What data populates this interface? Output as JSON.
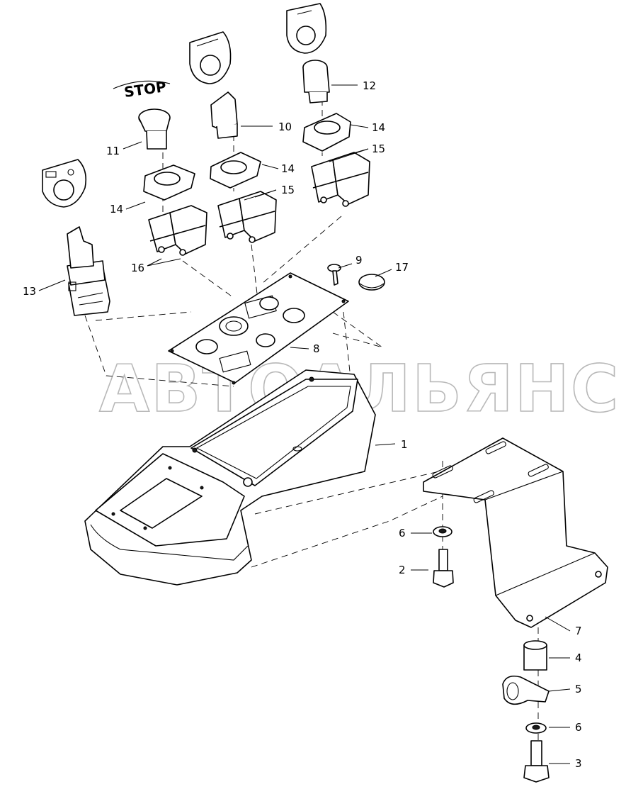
{
  "diagram": {
    "watermark": "АВТОАЛЬЯНС",
    "stop_label": "STOP",
    "callouts": {
      "c1": "1",
      "c2": "2",
      "c3": "3",
      "c4": "4",
      "c5": "5",
      "c6a": "6",
      "c6b": "6",
      "c7": "7",
      "c8": "8",
      "c9": "9",
      "c10": "10",
      "c11": "11",
      "c12": "12",
      "c13": "13",
      "c14a": "14",
      "c14b": "14",
      "c14c": "14",
      "c15a": "15",
      "c15b": "15",
      "c16": "16",
      "c17": "17"
    }
  }
}
